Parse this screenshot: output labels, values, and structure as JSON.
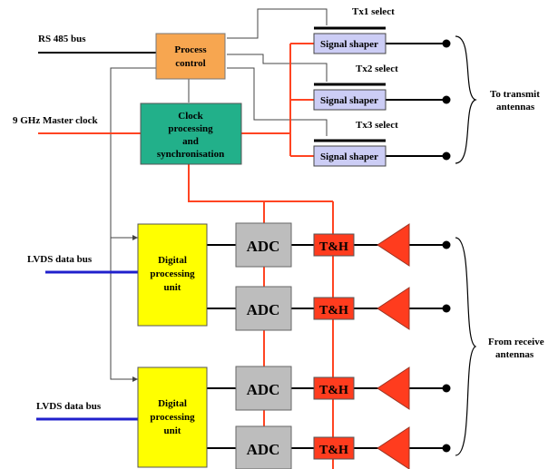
{
  "blocks": {
    "process_control": "Process control",
    "clock_lines": [
      "Clock",
      "processing",
      "and",
      "synchronisation"
    ],
    "signal_shaper": "Signal shaper",
    "digital_lines": [
      "Digital",
      "processing",
      "unit"
    ],
    "adc": "ADC",
    "th": "T&H"
  },
  "labels": {
    "rs485": "RS 485 bus",
    "master_clock": "9 GHz Master clock",
    "lvds": "LVDS data bus",
    "tx1": "Tx1 select",
    "tx2": "Tx2 select",
    "tx3": "Tx3 select",
    "to_transmit": [
      "To transmit",
      "antennas"
    ],
    "from_receive": [
      "From receive",
      "antennas"
    ]
  },
  "colors": {
    "process_control": "#f7a650",
    "clock_block": "#22b08a",
    "signal_shaper": "#cccdf5",
    "digital_unit": "#ffff00",
    "adc": "#bdbdbd",
    "th": "#ff3c1e",
    "amplifier": "#ff3c1e",
    "clock_line": "#ff4422",
    "data_bus": "#2020cc"
  }
}
